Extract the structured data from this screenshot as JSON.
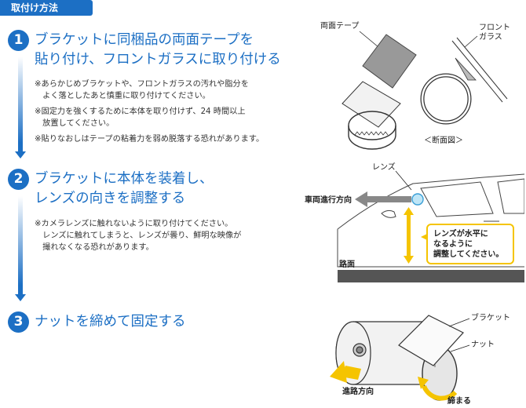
{
  "header": {
    "title": "取付け方法"
  },
  "steps": [
    {
      "number": "1",
      "title_lines": [
        "ブラケットに同梱品の両面テープを",
        "貼り付け、フロントガラスに取り付ける"
      ],
      "notes": [
        "※あらかじめブラケットや、フロントガラスの汚れや脂分を",
        "　よく落としたあと慎重に取り付けてください。",
        "※固定力を強くするために本体を取り付けず、24 時間以上",
        "　放置してください。",
        "※貼りなおしはテープの粘着力を弱め脱落する恐れがあります。"
      ]
    },
    {
      "number": "2",
      "title_lines": [
        "ブラケットに本体を装着し、",
        "レンズの向きを調整する"
      ],
      "notes": [
        "※カメラレンズに触れないように取り付けてください。",
        "　レンズに触れてしまうと、レンズが曇り、鮮明な映像が",
        "　撮れなくなる恐れがあります。"
      ]
    },
    {
      "number": "3",
      "title_lines": [
        "ナットを締めて固定する"
      ],
      "notes": []
    }
  ],
  "figure1": {
    "tape_label": "両面テープ",
    "glass_label_lines": [
      "フロント",
      "ガラス"
    ],
    "section_caption": "＜断面図＞"
  },
  "figure2": {
    "lens_label": "レンズ",
    "direction_label": "車両進行方向",
    "callout_lines": [
      "レンズが水平に",
      "なるように",
      "調整してください。"
    ],
    "road_label": "路面"
  },
  "figure3": {
    "bracket_label": "ブラケット",
    "nut_label": "ナット",
    "direction_label": "進路方向",
    "tighten_label": "締まる"
  },
  "colors": {
    "accent": "#1c6fc4",
    "yellow": "#f5c400",
    "road": "#555555"
  }
}
